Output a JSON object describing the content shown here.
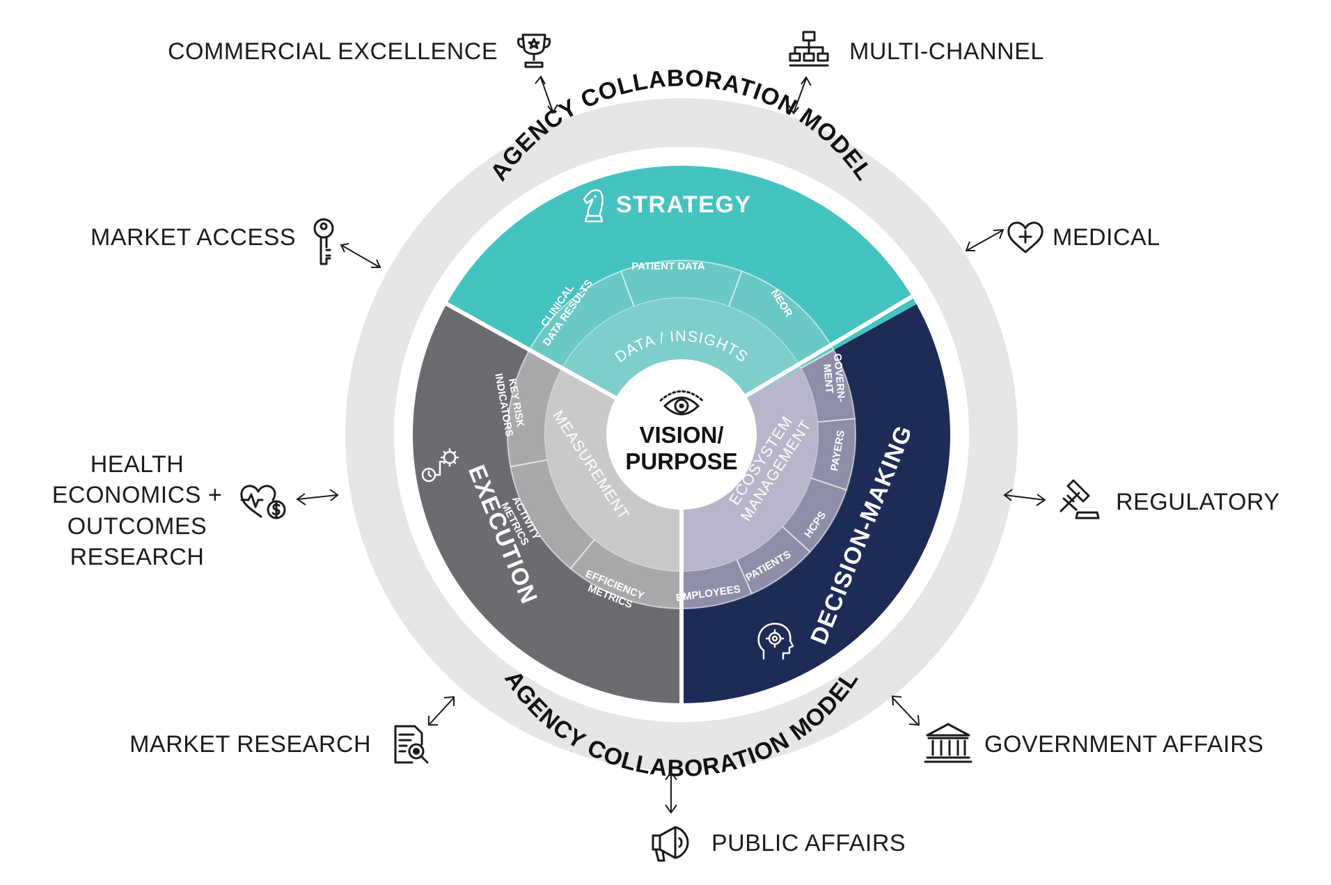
{
  "outer_ring": {
    "top_title": "AGENCY COLLABORATION MODEL",
    "bottom_title": "AGENCY COLLABORATION MODEL"
  },
  "center": {
    "line1": "VISION/",
    "line2": "PURPOSE",
    "icon": "eye-icon"
  },
  "segments": {
    "strategy": {
      "title": "STRATEGY",
      "icon": "chess-knight-icon",
      "color": "#45c3c0",
      "middle_label": "DATA / INSIGHTS",
      "middle_color": "#7ecfcc",
      "sub_color": "#6ac8c5",
      "subs": [
        "CLINICAL",
        "DATA RESULTS",
        "PATIENT DATA",
        "NEOR"
      ]
    },
    "decision_making": {
      "title": "DECISION-MAKING",
      "icon": "head-gear-icon",
      "color": "#1e2b57",
      "middle_label_1": "ECOSYSTEM",
      "middle_label_2": "MANAGEMENT",
      "middle_color": "#b7b6ca",
      "sub_color": "#8f8ea8",
      "subs": [
        "GOVERN-",
        "MENT",
        "PAYERS",
        "HCPS",
        "PATIENTS",
        "EMPLOYEES"
      ]
    },
    "execution": {
      "title": "EXECUTION",
      "icon": "process-gear-icon",
      "color": "#6b6c70",
      "middle_label": "MEASUREMENT",
      "middle_color": "#c9c9cb",
      "sub_color": "#a9a9ac",
      "subs": [
        "KEY RISK",
        "INDICATORS",
        "ACTIVITY",
        "METRICS",
        "EFFICIENCY",
        "METRICS"
      ]
    }
  },
  "stakeholders": {
    "commercial": {
      "label": "COMMERCIAL EXCELLENCE",
      "icon": "trophy-icon"
    },
    "multichannel": {
      "label": "MULTI-CHANNEL",
      "icon": "hierarchy-icon"
    },
    "market_access": {
      "label": "MARKET ACCESS",
      "icon": "key-icon"
    },
    "medical": {
      "label": "MEDICAL",
      "icon": "heart-plus-icon"
    },
    "heor": {
      "line1": "HEALTH",
      "line2": "ECONOMICS +",
      "line3": "OUTCOMES",
      "line4": "RESEARCH",
      "icon": "heart-dollar-icon"
    },
    "regulatory": {
      "label": "REGULATORY",
      "icon": "gavel-icon"
    },
    "market_research": {
      "label": "MARKET RESEARCH",
      "icon": "document-search-icon"
    },
    "government_affairs": {
      "label": "GOVERNMENT AFFAIRS",
      "icon": "government-building-icon"
    },
    "public_affairs": {
      "label": "PUBLIC AFFAIRS",
      "icon": "megaphone-icon"
    }
  },
  "colors": {
    "ring": "#e6e6e7"
  }
}
